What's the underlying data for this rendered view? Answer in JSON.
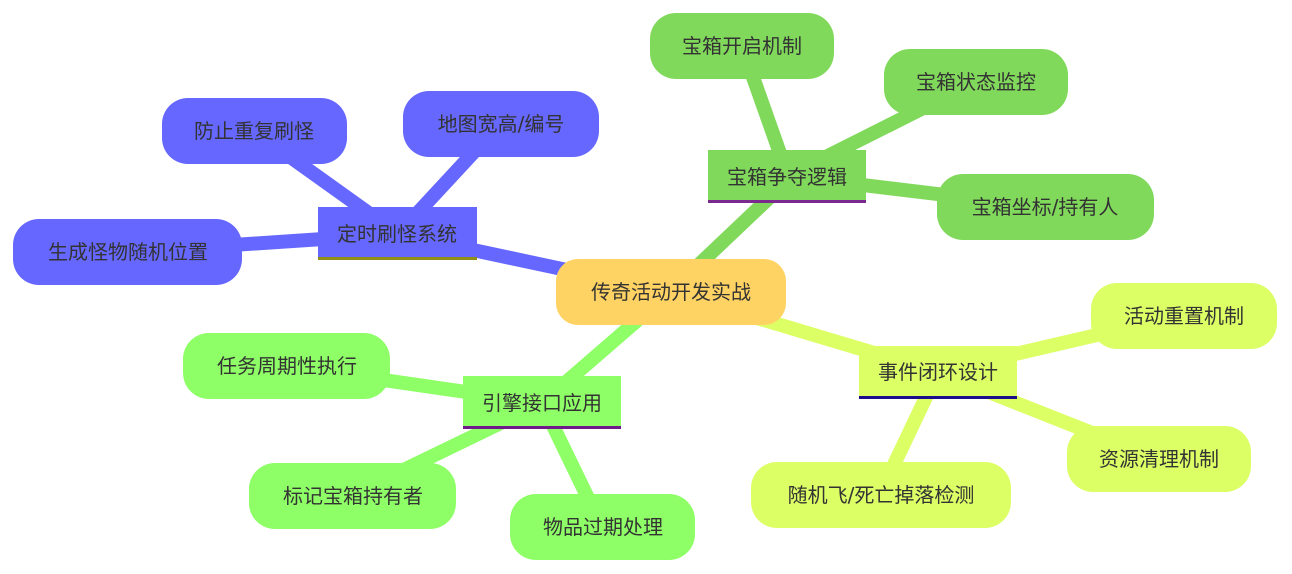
{
  "diagram": {
    "root": {
      "label": "传奇活动开发实战",
      "color": "#FFD363"
    },
    "branches": [
      {
        "label": "宝箱争夺逻辑",
        "color": "#80D95B",
        "underline": "#7A2A8F",
        "children": [
          {
            "label": "宝箱开启机制"
          },
          {
            "label": "宝箱状态监控"
          },
          {
            "label": "宝箱坐标/持有人"
          }
        ]
      },
      {
        "label": "定时刷怪系统",
        "color": "#6667FF",
        "underline": "#8F8F18",
        "children": [
          {
            "label": "防止重复刷怪"
          },
          {
            "label": "地图宽高/编号"
          },
          {
            "label": "生成怪物随机位置"
          }
        ]
      },
      {
        "label": "事件闭环设计",
        "color": "#DDFF66",
        "underline": "#1C0E8A",
        "children": [
          {
            "label": "活动重置机制"
          },
          {
            "label": "资源清理机制"
          },
          {
            "label": "随机飞/死亡掉落检测"
          }
        ]
      },
      {
        "label": "引擎接口应用",
        "color": "#8EFF66",
        "underline": "#6E1A8A",
        "children": [
          {
            "label": "任务周期性执行"
          },
          {
            "label": "标记宝箱持有者"
          },
          {
            "label": "物品过期处理"
          }
        ]
      }
    ]
  }
}
